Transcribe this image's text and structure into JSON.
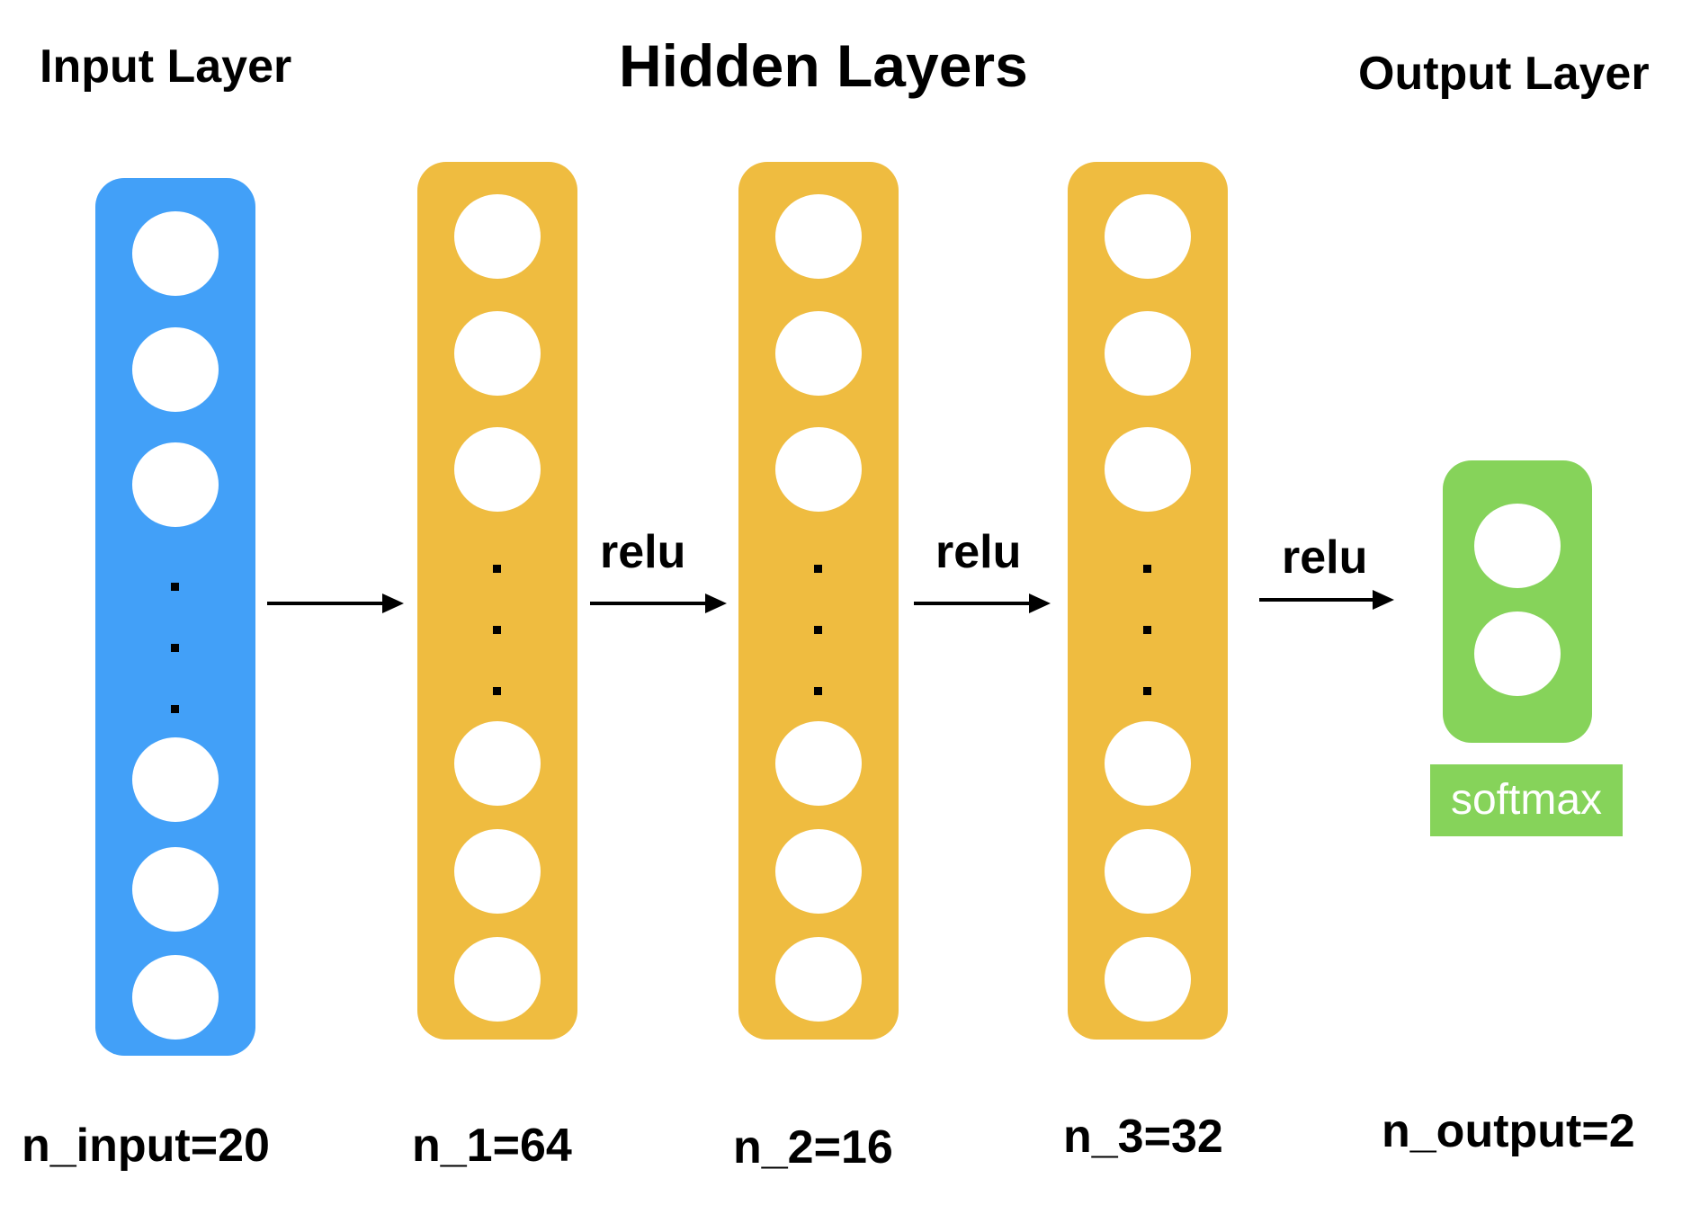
{
  "titles": {
    "input": "Input Layer",
    "hidden": "Hidden Layers",
    "output": "Output Layer"
  },
  "colors": {
    "input": "#42a0f8",
    "hidden": "#efbc40",
    "output": "#86d35a"
  },
  "activations": {
    "hidden_1": "relu",
    "hidden_2": "relu",
    "hidden_3": "relu",
    "output": "softmax"
  },
  "sizes": {
    "input": "n_input=20",
    "hidden_1": "n_1=64",
    "hidden_2": "n_2=16",
    "hidden_3": "n_3=32",
    "output": "n_output=2"
  }
}
